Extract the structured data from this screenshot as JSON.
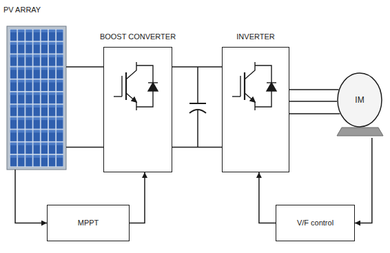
{
  "diagram": {
    "nodes": [
      {
        "text": [
          "PV ARRAY"
        ]
      },
      {
        "text": [
          "BOOST CONVERTER"
        ]
      },
      {
        "text": [
          "INVERTER"
        ]
      },
      {
        "text": [
          "IM"
        ]
      },
      {
        "text": [
          "MPPT"
        ]
      },
      {
        "text": [
          "V/F control"
        ]
      }
    ],
    "edges": [
      {
        "from": 0,
        "to": 1,
        "arrow": "none"
      },
      {
        "from": 1,
        "to": 2,
        "arrow": "none"
      },
      {
        "from": 2,
        "to": 3,
        "arrow": "none"
      },
      {
        "from": 0,
        "to": 4,
        "arrow": "to"
      },
      {
        "from": 4,
        "to": 1,
        "arrow": "to"
      },
      {
        "from": 3,
        "to": 5,
        "arrow": "to"
      },
      {
        "from": 5,
        "to": 2,
        "arrow": "to"
      }
    ]
  }
}
